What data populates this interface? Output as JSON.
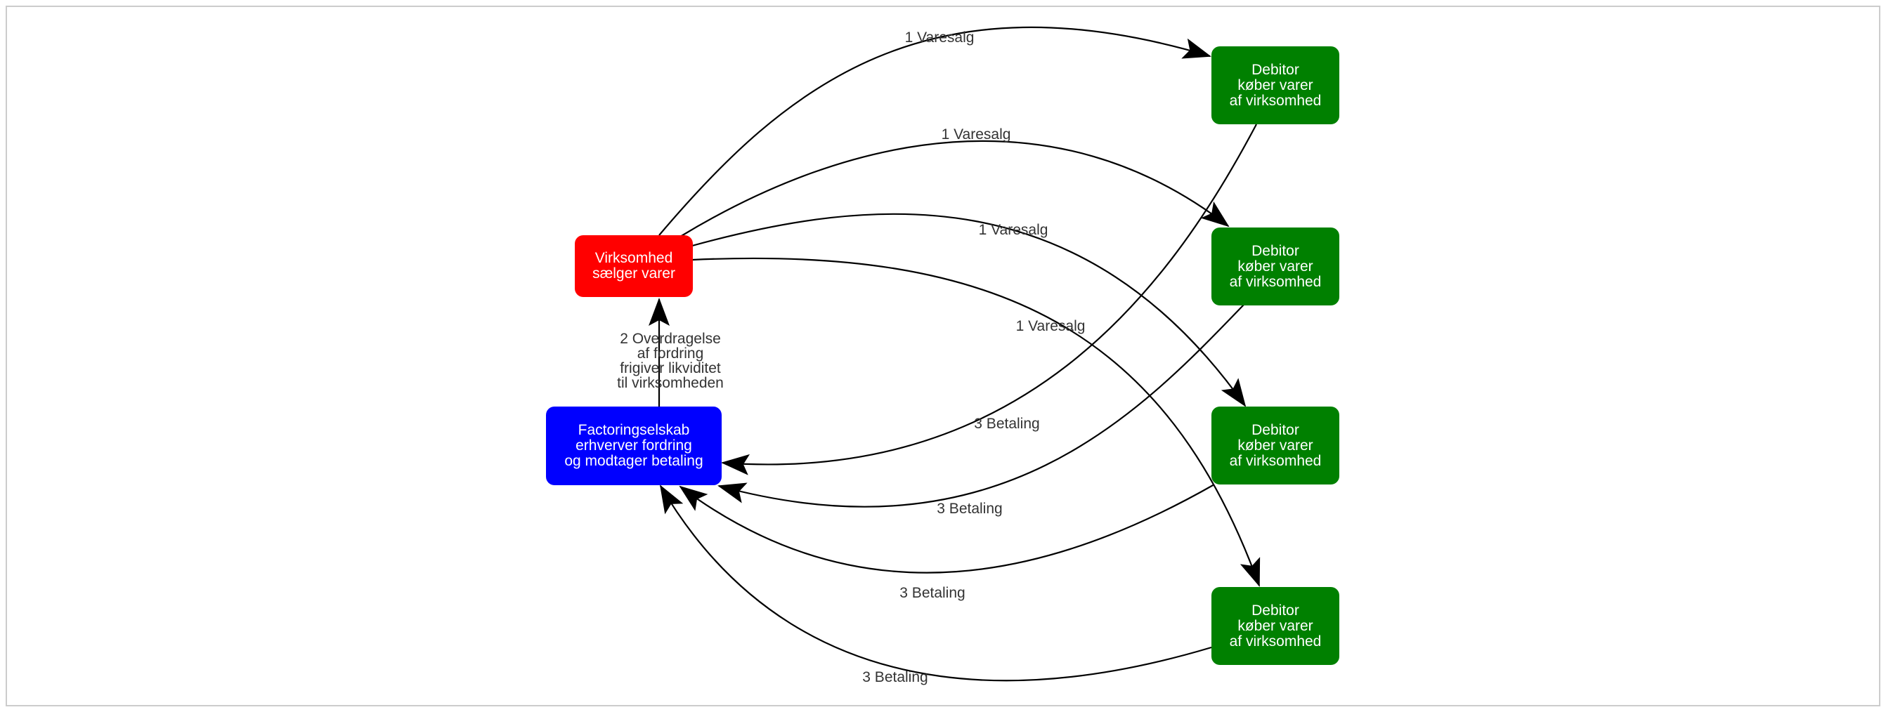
{
  "colors": {
    "virksomhed": "#ff0000",
    "factoring": "#0000ff",
    "debitor": "#008000",
    "edge": "#000000",
    "label": "#333333"
  },
  "nodes": {
    "virksomhed": {
      "line1": "Virksomhed",
      "line2": "sælger varer"
    },
    "factoring": {
      "line1": "Factoringselskab",
      "line2": "erhverver fordring",
      "line3": "og modtager betaling"
    },
    "debitor1": {
      "line1": "Debitor",
      "line2": "køber varer",
      "line3": "af virksomhed"
    },
    "debitor2": {
      "line1": "Debitor",
      "line2": "køber varer",
      "line3": "af virksomhed"
    },
    "debitor3": {
      "line1": "Debitor",
      "line2": "køber varer",
      "line3": "af virksomhed"
    },
    "debitor4": {
      "line1": "Debitor",
      "line2": "køber varer",
      "line3": "af virksomhed"
    }
  },
  "edges": {
    "sale1": "1 Varesalg",
    "sale2": "1 Varesalg",
    "sale3": "1 Varesalg",
    "sale4": "1 Varesalg",
    "transfer": {
      "line1": "2 Overdragelse",
      "line2": "af fordring",
      "line3": "frigiver likviditet",
      "line4": "til virksomheden"
    },
    "pay1": "3 Betaling",
    "pay2": "3 Betaling",
    "pay3": "3 Betaling",
    "pay4": "3 Betaling"
  }
}
